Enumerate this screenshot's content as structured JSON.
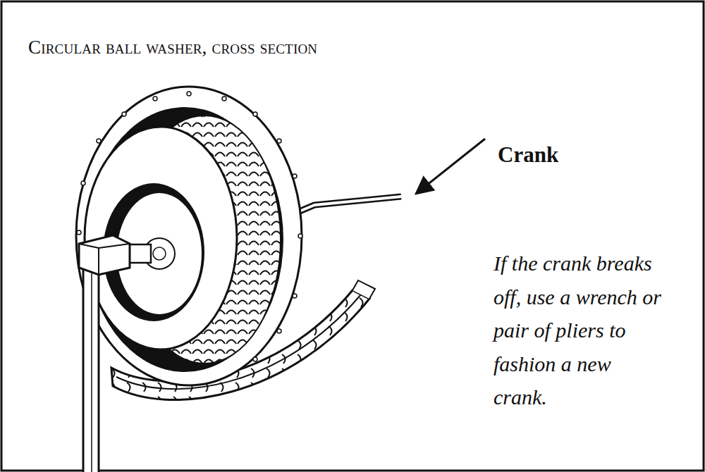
{
  "diagram": {
    "title": "Circular ball washer, cross section",
    "labels": [
      "Crank",
      "If the crank breaks off, use a wrench or pair of pliers to fashion a new crank."
    ]
  }
}
